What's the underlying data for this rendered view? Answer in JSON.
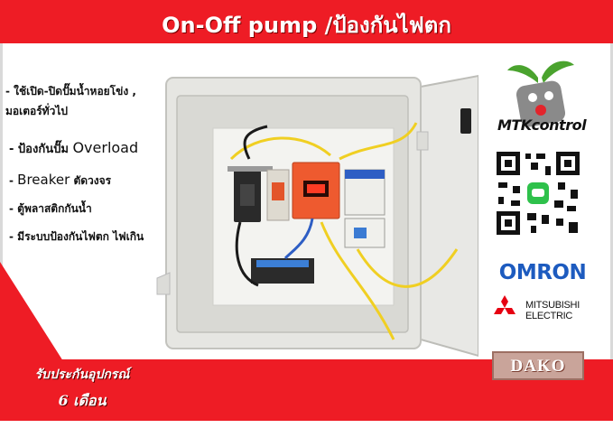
{
  "header": {
    "title": "On-Off pump /ป้องกันไฟตก"
  },
  "features": {
    "line1": "- ใช้เปิด-ปิดปั๊มน้ำหอยโข่ง ,",
    "line1b": "มอเตอร์ทั่วไป",
    "line2_prefix": "- ป้องกันปั๊ม",
    "line2_big": "Overload",
    "line3_prefix": "- ",
    "line3_big": "Breaker",
    "line3_suffix": " ตัดวงจร",
    "line4": "- ตู้พลาสติกกันน้ำ",
    "line5": "- มีระบบป้องกันไฟตก ไฟเกิน"
  },
  "warranty": {
    "line1": "รับประกันอุปกรณ์",
    "line2": "6 เดือน"
  },
  "brands": {
    "mtk": "MTKcontrol",
    "omron": "OMRON",
    "mitsubishi_line1": "MITSUBISHI",
    "mitsubishi_line2": "ELECTRIC",
    "dako": "DAKO"
  },
  "colors": {
    "banner_red": "#ee1c25",
    "omron_blue": "#1d5bbf",
    "mitsubishi_red": "#e60012",
    "enclosure_gray": "#e3e3e0",
    "relay_orange": "#ee5a2f"
  }
}
